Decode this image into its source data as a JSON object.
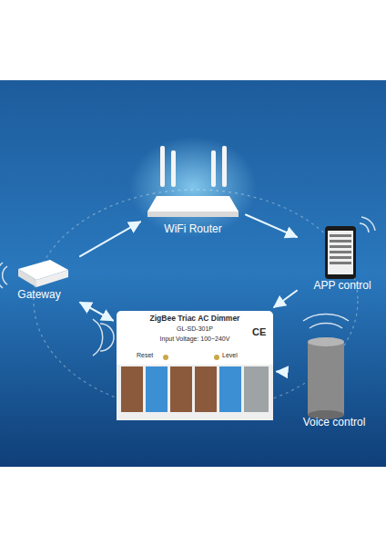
{
  "diagram": {
    "nodes": [
      {
        "text": [
          "WiFi Router"
        ]
      },
      {
        "text": [
          "Gateway"
        ]
      },
      {
        "text": [
          "APP control"
        ]
      },
      {
        "text": [
          "ZigBee Triac AC Dimmer",
          "GL-SD-301P",
          "Input Voltage: 100~240V"
        ]
      },
      {
        "text": [
          "Voice control"
        ]
      }
    ],
    "edges": [
      {
        "from": 1,
        "to": 0,
        "arrow": "to"
      },
      {
        "from": 0,
        "to": 2,
        "arrow": "to"
      },
      {
        "from": 2,
        "to": 3,
        "arrow": "to"
      },
      {
        "from": 4,
        "to": 3,
        "arrow": "to"
      },
      {
        "from": 1,
        "to": 3,
        "arrow": "both"
      }
    ],
    "labels": [
      "Reset",
      "Level",
      "CE"
    ]
  }
}
